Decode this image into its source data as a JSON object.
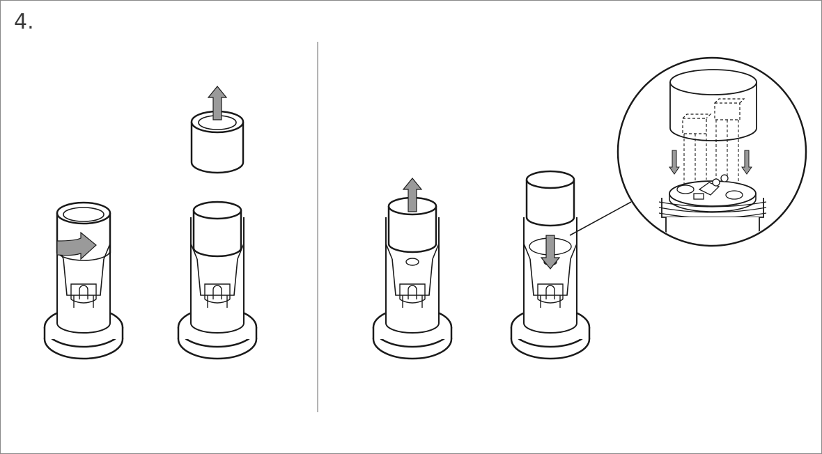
{
  "step": {
    "label": "4."
  },
  "colors": {
    "line": "#1a1a1a",
    "arrow_fill": "#9a9a9a",
    "divider": "#b4b4b4",
    "frame_border": "#888888"
  },
  "panels": [
    {
      "name": "left-panel",
      "figures": [
        "device-twist-cap",
        "device-lift-cap"
      ],
      "arrows": [
        "rotate-arrow",
        "up-arrow"
      ]
    },
    {
      "name": "right-panel",
      "figures": [
        "device-lift-cap",
        "device-insert-cap"
      ],
      "arrows": [
        "up-arrow",
        "down-arrow"
      ],
      "detail": {
        "shape": "circle",
        "content": "cap-alignment-detail",
        "arrows": [
          "down-arrow",
          "down-arrow"
        ]
      }
    }
  ]
}
